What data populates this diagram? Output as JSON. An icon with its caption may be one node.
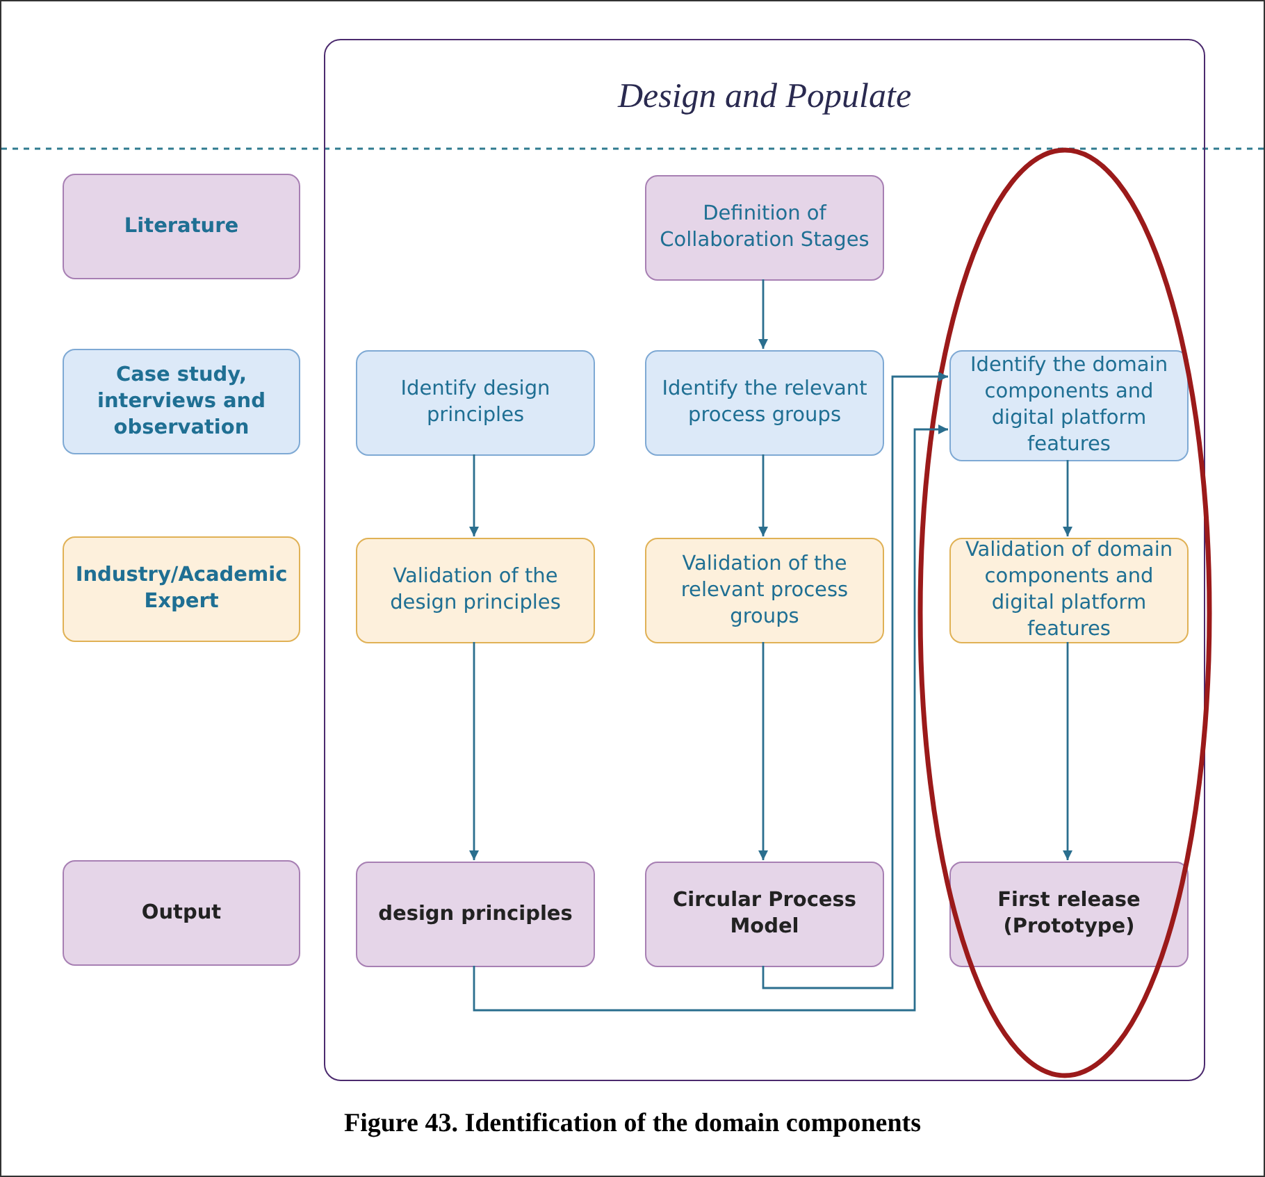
{
  "diagram": {
    "caption": "Figure 43. Identification of the domain components",
    "nodes": [
      {
        "text": [
          "Design and Populate"
        ]
      },
      {
        "text": [
          "Literature"
        ]
      },
      {
        "text": [
          "Definition of Collaboration Stages"
        ],
        "in": 0
      },
      {
        "text": [
          "Case study, interviews and observation"
        ]
      },
      {
        "text": [
          "Identify design principles"
        ],
        "in": 0
      },
      {
        "text": [
          "Identify the relevant process groups"
        ],
        "in": 0
      },
      {
        "text": [
          "Identify the domain components and digital platform features"
        ],
        "in": 0
      },
      {
        "text": [
          "Industry/Academic Expert"
        ]
      },
      {
        "text": [
          "Validation of the design principles"
        ],
        "in": 0
      },
      {
        "text": [
          "Validation of the relevant process groups"
        ],
        "in": 0
      },
      {
        "text": [
          "Validation of domain components and digital platform features"
        ],
        "in": 0
      },
      {
        "text": [
          "Output"
        ]
      },
      {
        "text": [
          "design principles"
        ],
        "in": 0
      },
      {
        "text": [
          "Circular Process Model"
        ],
        "in": 0
      },
      {
        "text": [
          "First release (Prototype)"
        ],
        "in": 0
      }
    ],
    "edges": [
      {
        "from": 2,
        "to": 5,
        "arrow": "to"
      },
      {
        "from": 4,
        "to": 8,
        "arrow": "to"
      },
      {
        "from": 5,
        "to": 9,
        "arrow": "to"
      },
      {
        "from": 6,
        "to": 10,
        "arrow": "to"
      },
      {
        "from": 8,
        "to": 12,
        "arrow": "to"
      },
      {
        "from": 9,
        "to": 13,
        "arrow": "to"
      },
      {
        "from": 10,
        "to": 14,
        "arrow": "to"
      },
      {
        "from": 12,
        "to": 6,
        "arrow": "to"
      },
      {
        "from": 13,
        "to": 6,
        "arrow": "to"
      }
    ]
  }
}
